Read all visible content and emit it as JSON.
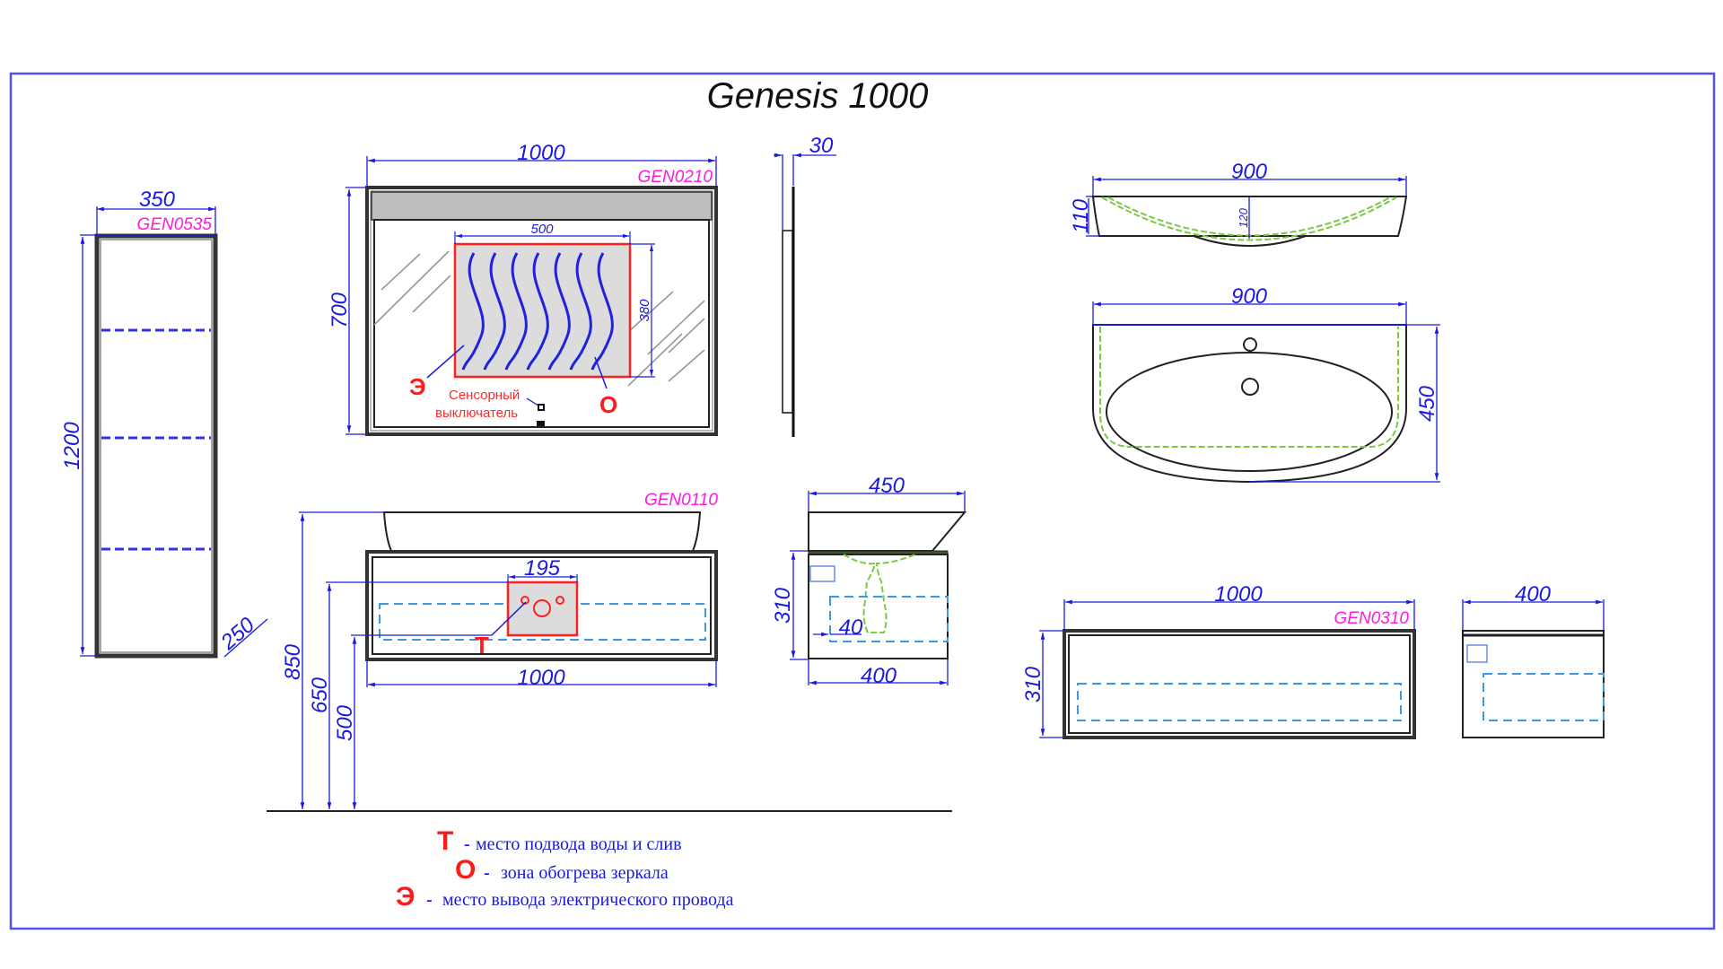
{
  "title": "Genesis 1000",
  "colors": {
    "frame": "#5050f0",
    "dimension": "#1a1adc",
    "code": "#ff1ad9",
    "marker": "#ff1a1a",
    "outline": "#222222",
    "green_dash": "#7ac943",
    "blue_dash": "#3a9ae8"
  },
  "tall_cabinet": {
    "code": "GEN0535",
    "width": "350",
    "height": "1200",
    "depth": "250"
  },
  "mirror": {
    "code": "GEN0210",
    "width": "1000",
    "height": "700",
    "depth": "30",
    "heat_zone_width": "500",
    "heat_zone_height": "380",
    "marker_e": "Э",
    "marker_o": "О",
    "switch_label_line1": "Сенсорный",
    "switch_label_line2": "выключатель"
  },
  "vanity": {
    "code": "GEN0110",
    "width": "1000",
    "height_top": "850",
    "height_mid": "650",
    "height_low": "500",
    "plumbing_width": "195",
    "marker_t": "Т",
    "side_top_depth": "450",
    "side_body_depth": "400",
    "side_height": "310",
    "side_offset": "40"
  },
  "basin": {
    "side_width": "900",
    "side_height": "110",
    "bowl_depth": "120",
    "top_width": "900",
    "top_depth": "450"
  },
  "drawer": {
    "code": "GEN0310",
    "width": "1000",
    "height": "310",
    "depth": "400"
  },
  "legend": [
    {
      "marker": "Т",
      "separator": "-",
      "text": "место подвода воды и слив"
    },
    {
      "marker": "О",
      "separator": "-",
      "text": "зона обогрева зеркала"
    },
    {
      "marker": "Э",
      "separator": "-",
      "text": "место вывода электрического провода"
    }
  ]
}
